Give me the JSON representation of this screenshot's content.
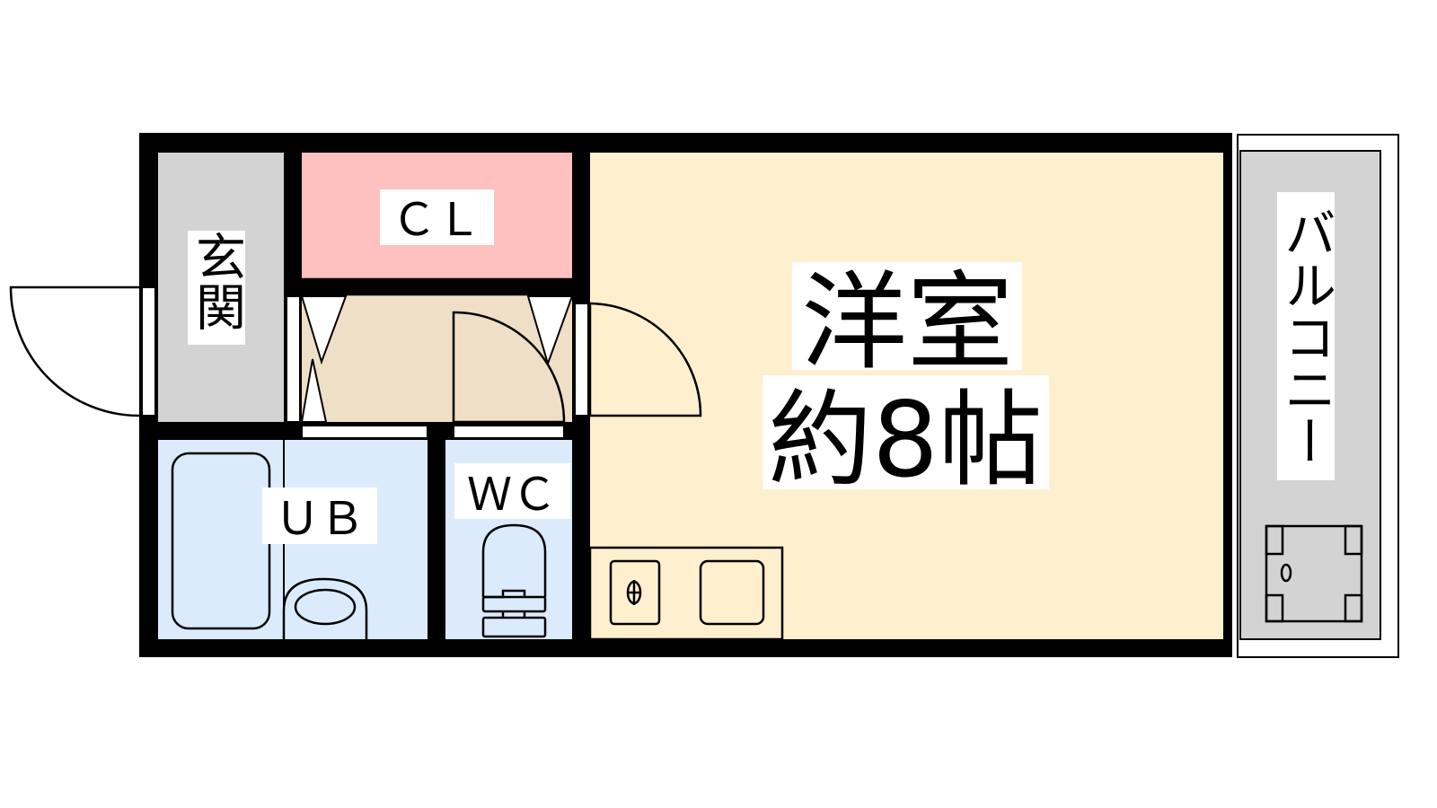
{
  "floorplan": {
    "rooms": {
      "entrance": "玄関",
      "closet": "ＣＬ",
      "bath": "ＵＢ",
      "toilet": "ＷＣ",
      "western_room": "洋室",
      "western_room_size": "約8帖",
      "balcony": "バルコニー"
    },
    "colors": {
      "wall": "#000000",
      "entrance": "#D3D3D3",
      "closet": "#FFC0C0",
      "hall": "#EEDFC6",
      "wet_area": "#DCEBFC",
      "room": "#FEF0CF",
      "balcony": "#D3D3D3"
    }
  }
}
